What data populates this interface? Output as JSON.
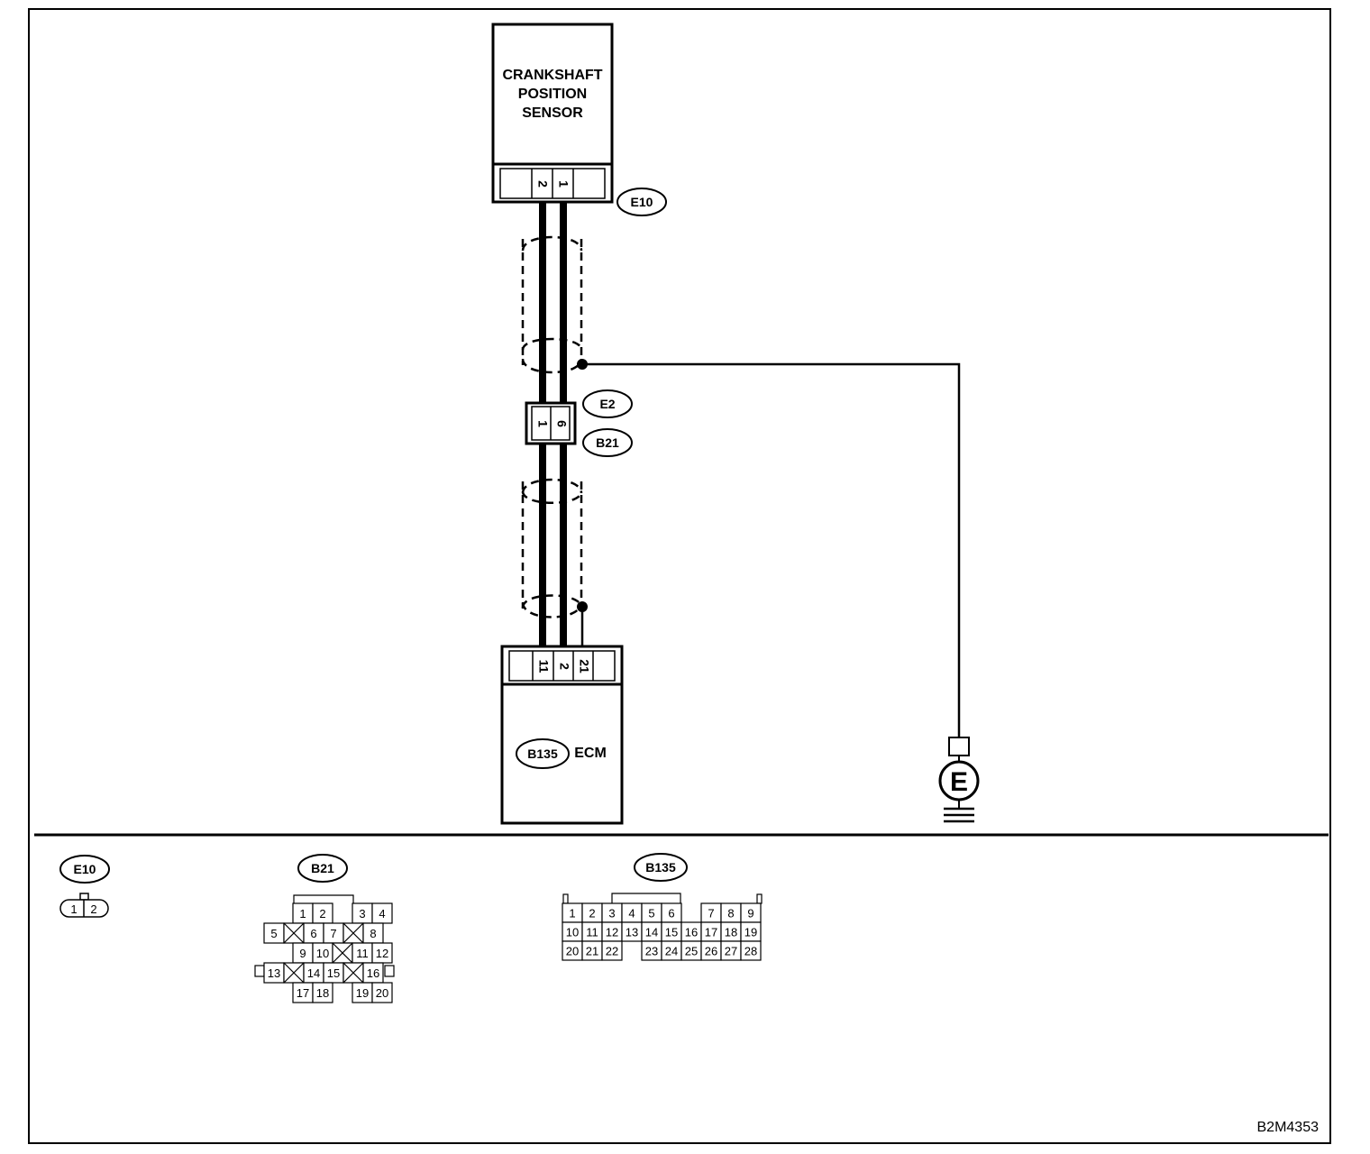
{
  "sensor": {
    "line1": "CRANKSHAFT",
    "line2": "POSITION",
    "line3": "SENSOR",
    "pin_a": "2",
    "pin_b": "1",
    "connector": "E10"
  },
  "joint": {
    "top_connector": "E2",
    "bottom_connector": "B21",
    "pin_a": "1",
    "pin_b": "6"
  },
  "ecm": {
    "connector": "B135",
    "label": "ECM",
    "pin_a": "11",
    "pin_b": "2",
    "pin_c": "21"
  },
  "ground": {
    "label": "E"
  },
  "legend": {
    "e10": {
      "title": "E10",
      "pins": [
        "1",
        "2"
      ]
    },
    "b21": {
      "title": "B21",
      "pins": [
        "1",
        "2",
        "3",
        "4",
        "5",
        "6",
        "7",
        "8",
        "9",
        "10",
        "11",
        "12",
        "13",
        "14",
        "15",
        "16",
        "17",
        "18",
        "19",
        "20"
      ]
    },
    "b135": {
      "title": "B135",
      "pins": [
        "1",
        "2",
        "3",
        "4",
        "5",
        "6",
        "7",
        "8",
        "9",
        "10",
        "11",
        "12",
        "13",
        "14",
        "15",
        "16",
        "17",
        "18",
        "19",
        "20",
        "21",
        "22",
        "23",
        "24",
        "25",
        "26",
        "27",
        "28"
      ]
    }
  },
  "doc_id": "B2M4353"
}
